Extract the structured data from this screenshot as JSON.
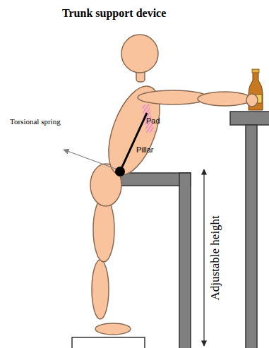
{
  "diagram": {
    "title": "Trunk support device",
    "labels": [
      "Torsional spring",
      "Pad",
      "Pillar",
      "Adjustable height"
    ]
  }
}
